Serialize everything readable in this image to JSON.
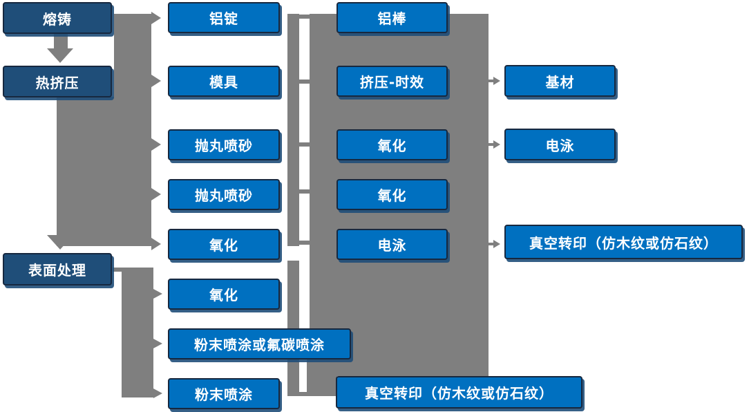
{
  "palette": {
    "box_blue": "#0070C0",
    "box_dark_blue": "#1F4E79",
    "connector_gray": "#7F7F7F",
    "box_border": "#17283F",
    "text_white": "#FFFFFF"
  },
  "stage_nodes": {
    "melting": "熔铸",
    "hot_extrusion": "热挤压",
    "surface_treatment": "表面处理"
  },
  "ingot_column": [
    "铝锭",
    "模具",
    "抛丸喷砂",
    "抛丸喷砂",
    "氧化",
    "氧化",
    "粉末喷涂或氟碳喷涂",
    "粉末喷涂"
  ],
  "process_column": [
    "铝棒",
    "挤压-时效",
    "氧化",
    "氧化",
    "电泳",
    "真空转印（仿木纹或仿石纹）"
  ],
  "output_column": [
    "基材",
    "电泳",
    "真空转印（仿木纹或仿石纹）"
  ]
}
